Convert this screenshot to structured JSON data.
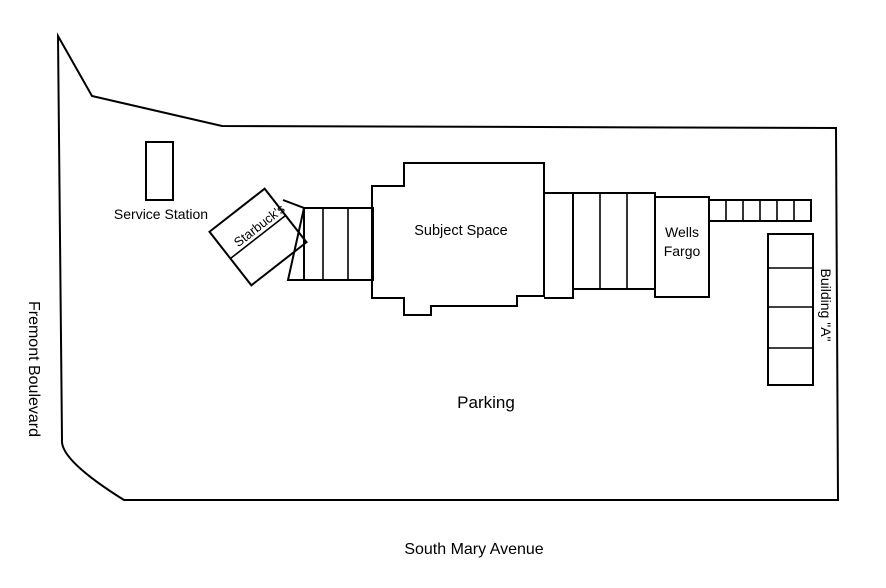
{
  "labels": {
    "service_station": "Service Station",
    "starbucks": "Starbuck's",
    "subject_space": "Subject Space",
    "wells_fargo_line1": "Wells",
    "wells_fargo_line2": "Fargo",
    "building_a": "Building \"A\"",
    "parking": "Parking",
    "fremont_boulevard": "Fremont Boulevard",
    "south_mary_avenue": "South Mary Avenue"
  }
}
